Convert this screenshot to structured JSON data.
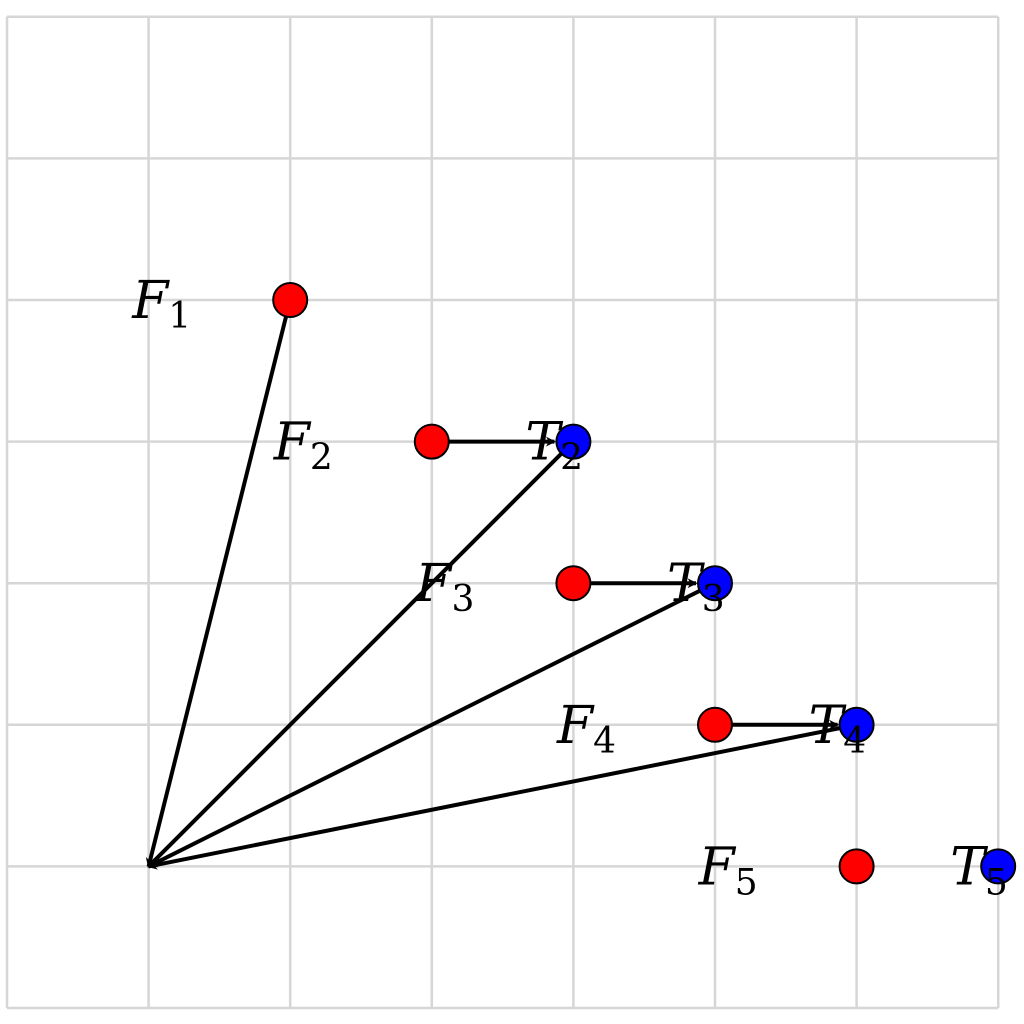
{
  "colors": {
    "from_node": "#ff0000",
    "to_node": "#0000ff",
    "grid": "#d6d6d6",
    "edge": "#000000"
  },
  "grid": {
    "cols": 7,
    "rows": 7
  },
  "origin": {
    "gx": 1,
    "gy": 1
  },
  "nodes": [
    {
      "id": "F1",
      "letter": "F",
      "sub": "1",
      "kind": "from",
      "gx": 2,
      "gy": 5
    },
    {
      "id": "F2",
      "letter": "F",
      "sub": "2",
      "kind": "from",
      "gx": 3,
      "gy": 4
    },
    {
      "id": "F3",
      "letter": "F",
      "sub": "3",
      "kind": "from",
      "gx": 4,
      "gy": 3
    },
    {
      "id": "F4",
      "letter": "F",
      "sub": "4",
      "kind": "from",
      "gx": 5,
      "gy": 2
    },
    {
      "id": "F5",
      "letter": "F",
      "sub": "5",
      "kind": "from",
      "gx": 6,
      "gy": 1
    },
    {
      "id": "T2",
      "letter": "T",
      "sub": "2",
      "kind": "to",
      "gx": 4,
      "gy": 4
    },
    {
      "id": "T3",
      "letter": "T",
      "sub": "3",
      "kind": "to",
      "gx": 5,
      "gy": 3
    },
    {
      "id": "T4",
      "letter": "T",
      "sub": "4",
      "kind": "to",
      "gx": 6,
      "gy": 2
    },
    {
      "id": "T5",
      "letter": "T",
      "sub": "5",
      "kind": "to",
      "gx": 7,
      "gy": 1
    }
  ],
  "arrows": [
    {
      "from": "F1",
      "to": "origin"
    },
    {
      "from": "F2",
      "to": "T2"
    },
    {
      "from": "T2",
      "to": "origin"
    },
    {
      "from": "F3",
      "to": "T3"
    },
    {
      "from": "T3",
      "to": "origin"
    },
    {
      "from": "F4",
      "to": "T4"
    },
    {
      "from": "T4",
      "to": "origin"
    }
  ]
}
